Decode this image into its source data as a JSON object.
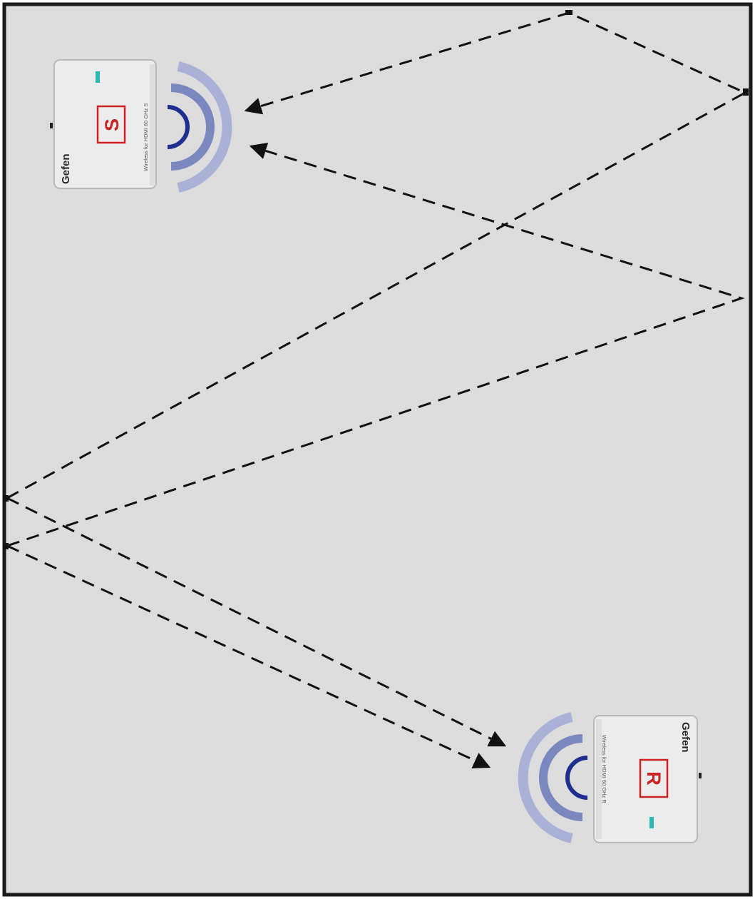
{
  "room": {
    "background": "#dcdcdc",
    "border": "#1a1a1a"
  },
  "sender": {
    "brand": "Gefen",
    "model": "Wireless for HDMI 60 GHz S",
    "letter": "S",
    "icon": "wireless-signal-icon"
  },
  "receiver": {
    "brand": "Gefen",
    "model": "Wireless for HDMI 60 GHz R",
    "letter": "R",
    "icon": "wireless-signal-icon"
  },
  "colors": {
    "device_body": "#ececec",
    "device_border": "#b8b8b8",
    "label_red": "#cc2222",
    "led_teal": "#2ab8b0",
    "wave_dark": "#1f2f8f",
    "wave_mid": "#7b88bf",
    "wave_light": "#a9b1d6",
    "path": "#111111"
  }
}
